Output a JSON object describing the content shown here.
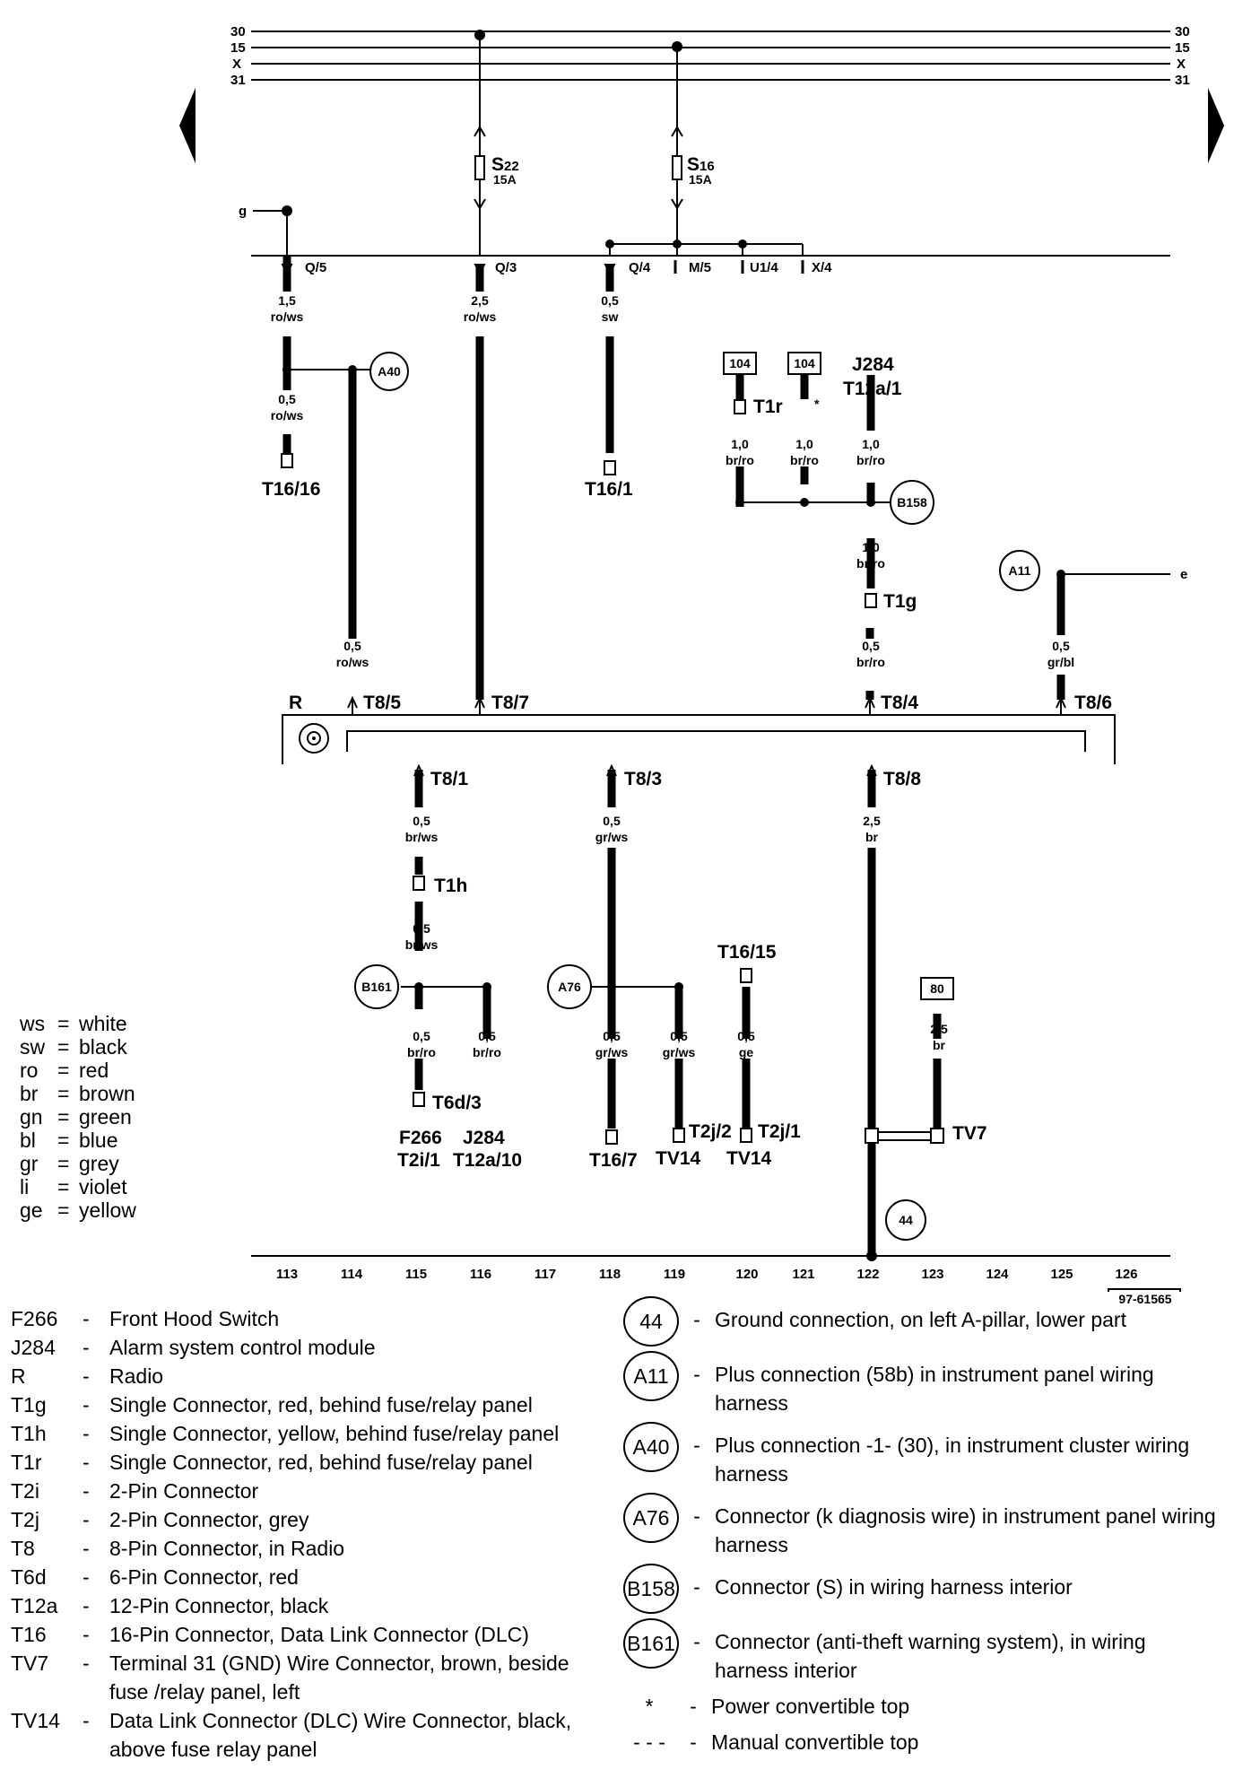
{
  "rails": {
    "labels": [
      "30",
      "15",
      "X",
      "31"
    ]
  },
  "fuses": [
    {
      "id": "S",
      "num": "22",
      "rating": "15A"
    },
    {
      "id": "S",
      "num": "16",
      "rating": "15A"
    }
  ],
  "bus_points": [
    "Q/5",
    "Q/3",
    "Q/4",
    "M/5",
    "U1/4",
    "X/4"
  ],
  "side_signals": {
    "left": "g",
    "right": "e"
  },
  "wires": {
    "w1": "1,5",
    "c1": "ro/ws",
    "w2": "2,5",
    "c2": "ro/ws",
    "w3": "0,5",
    "c3": "sw",
    "w4": "0,5",
    "c4": "ro/ws",
    "w5": "0,5",
    "c5": "ro/ws",
    "w6": "1,0",
    "c6": "br/ro",
    "w7": "1,0",
    "c7": "br/ro",
    "w8": "1,0",
    "c8": "br/ro",
    "w9": "1,0",
    "c9": "br/ro",
    "w10": "0,5",
    "c10": "br/ro",
    "w11": "0,5",
    "c11": "gr/bl",
    "w12": "0,5",
    "c12": "br/ws",
    "w13": "0,5",
    "c13": "br/ws",
    "w14": "0,5",
    "c14": "br/ro",
    "w15": "0,5",
    "c15": "br/ro",
    "w16": "0,5",
    "c16": "gr/ws",
    "w17": "0,5",
    "c17": "gr/ws",
    "w18": "0,5",
    "c18": "gr/ws",
    "w19": "0,5",
    "c19": "ge",
    "w20": "2,5",
    "c20": "br",
    "w21": "2,5",
    "c21": "br"
  },
  "connectors": {
    "t16_16": "T16/16",
    "t16_1": "T16/1",
    "t1r": "T1r",
    "t1g": "T1g",
    "t12a1_a": "J284",
    "t12a1_b": "T12a/1",
    "t8_5": "T8/5",
    "t8_7": "T8/7",
    "t8_4": "T8/4",
    "t8_6": "T8/6",
    "t8_1": "T8/1",
    "t8_3": "T8/3",
    "t8_8": "T8/8",
    "t1h": "T1h",
    "t16_15": "T16/15",
    "t6d3": "T6d/3",
    "f266": "F266",
    "t2i1": "T2i/1",
    "j284": "J284",
    "t12a10": "T12a/10",
    "t16_7": "T16/7",
    "t2j2": "T2j/2",
    "t2j1": "T2j/1",
    "tv14a": "TV14",
    "tv14b": "TV14",
    "tv7": "TV7",
    "box104a": "104",
    "box104b": "104",
    "box80": "80",
    "star": "*"
  },
  "circles": {
    "a40": "A40",
    "b158": "B158",
    "a11": "A11",
    "b161": "B161",
    "a76": "A76",
    "g44": "44"
  },
  "radio_label": "R",
  "columns": [
    "113",
    "114",
    "115",
    "116",
    "117",
    "118",
    "119",
    "120",
    "121",
    "122",
    "123",
    "124",
    "125",
    "126"
  ],
  "figure_id": "97-61565",
  "color_codes": [
    {
      "code": "ws",
      "name": "white"
    },
    {
      "code": "sw",
      "name": "black"
    },
    {
      "code": "ro",
      "name": "red"
    },
    {
      "code": "br",
      "name": "brown"
    },
    {
      "code": "gn",
      "name": "green"
    },
    {
      "code": "bl",
      "name": "blue"
    },
    {
      "code": "gr",
      "name": "grey"
    },
    {
      "code": "li",
      "name": "violet"
    },
    {
      "code": "ge",
      "name": "yellow"
    }
  ],
  "legend": [
    {
      "code": "F266",
      "desc": "Front Hood Switch"
    },
    {
      "code": "J284",
      "desc": "Alarm system control module"
    },
    {
      "code": "R",
      "desc": "Radio"
    },
    {
      "code": "T1g",
      "desc": "Single Connector, red, behind fuse/relay panel"
    },
    {
      "code": "T1h",
      "desc": "Single Connector, yellow, behind fuse/relay panel"
    },
    {
      "code": "T1r",
      "desc": "Single Connector, red, behind fuse/relay panel"
    },
    {
      "code": "T2i",
      "desc": "2-Pin Connector"
    },
    {
      "code": "T2j",
      "desc": "2-Pin Connector, grey"
    },
    {
      "code": "T8",
      "desc": "8-Pin Connector, in Radio"
    },
    {
      "code": "T6d",
      "desc": "6-Pin Connector, red"
    },
    {
      "code": "T12a",
      "desc": "12-Pin Connector, black"
    },
    {
      "code": "T16",
      "desc": "16-Pin Connector, Data Link Connector (DLC)"
    },
    {
      "code": "TV7",
      "desc": "Terminal 31 (GND) Wire Connector, brown, beside fuse /relay  panel, left"
    },
    {
      "code": "TV14",
      "desc": "Data Link Connector (DLC) Wire Connector, black, above fuse relay panel"
    }
  ],
  "ground_legend": [
    {
      "code": "44",
      "desc": "Ground connection, on left A-pillar, lower part"
    },
    {
      "code": "A11",
      "desc": "Plus connection (58b) in instrument  panel wiring harness"
    },
    {
      "code": "A40",
      "desc": "Plus connection -1- (30), in instrument cluster wiring harness"
    },
    {
      "code": "A76",
      "desc": "Connector (k diagnosis wire) in instrument panel wiring harness"
    },
    {
      "code": "B158",
      "desc": "Connector (S) in wiring harness interior"
    },
    {
      "code": "B161",
      "desc": "Connector (anti-theft warning system),  in wiring harness interior"
    }
  ],
  "notes": [
    {
      "symbol": "*",
      "desc": "Power convertible top"
    },
    {
      "symbol": "- - -",
      "desc": "Manual convertible top"
    }
  ]
}
